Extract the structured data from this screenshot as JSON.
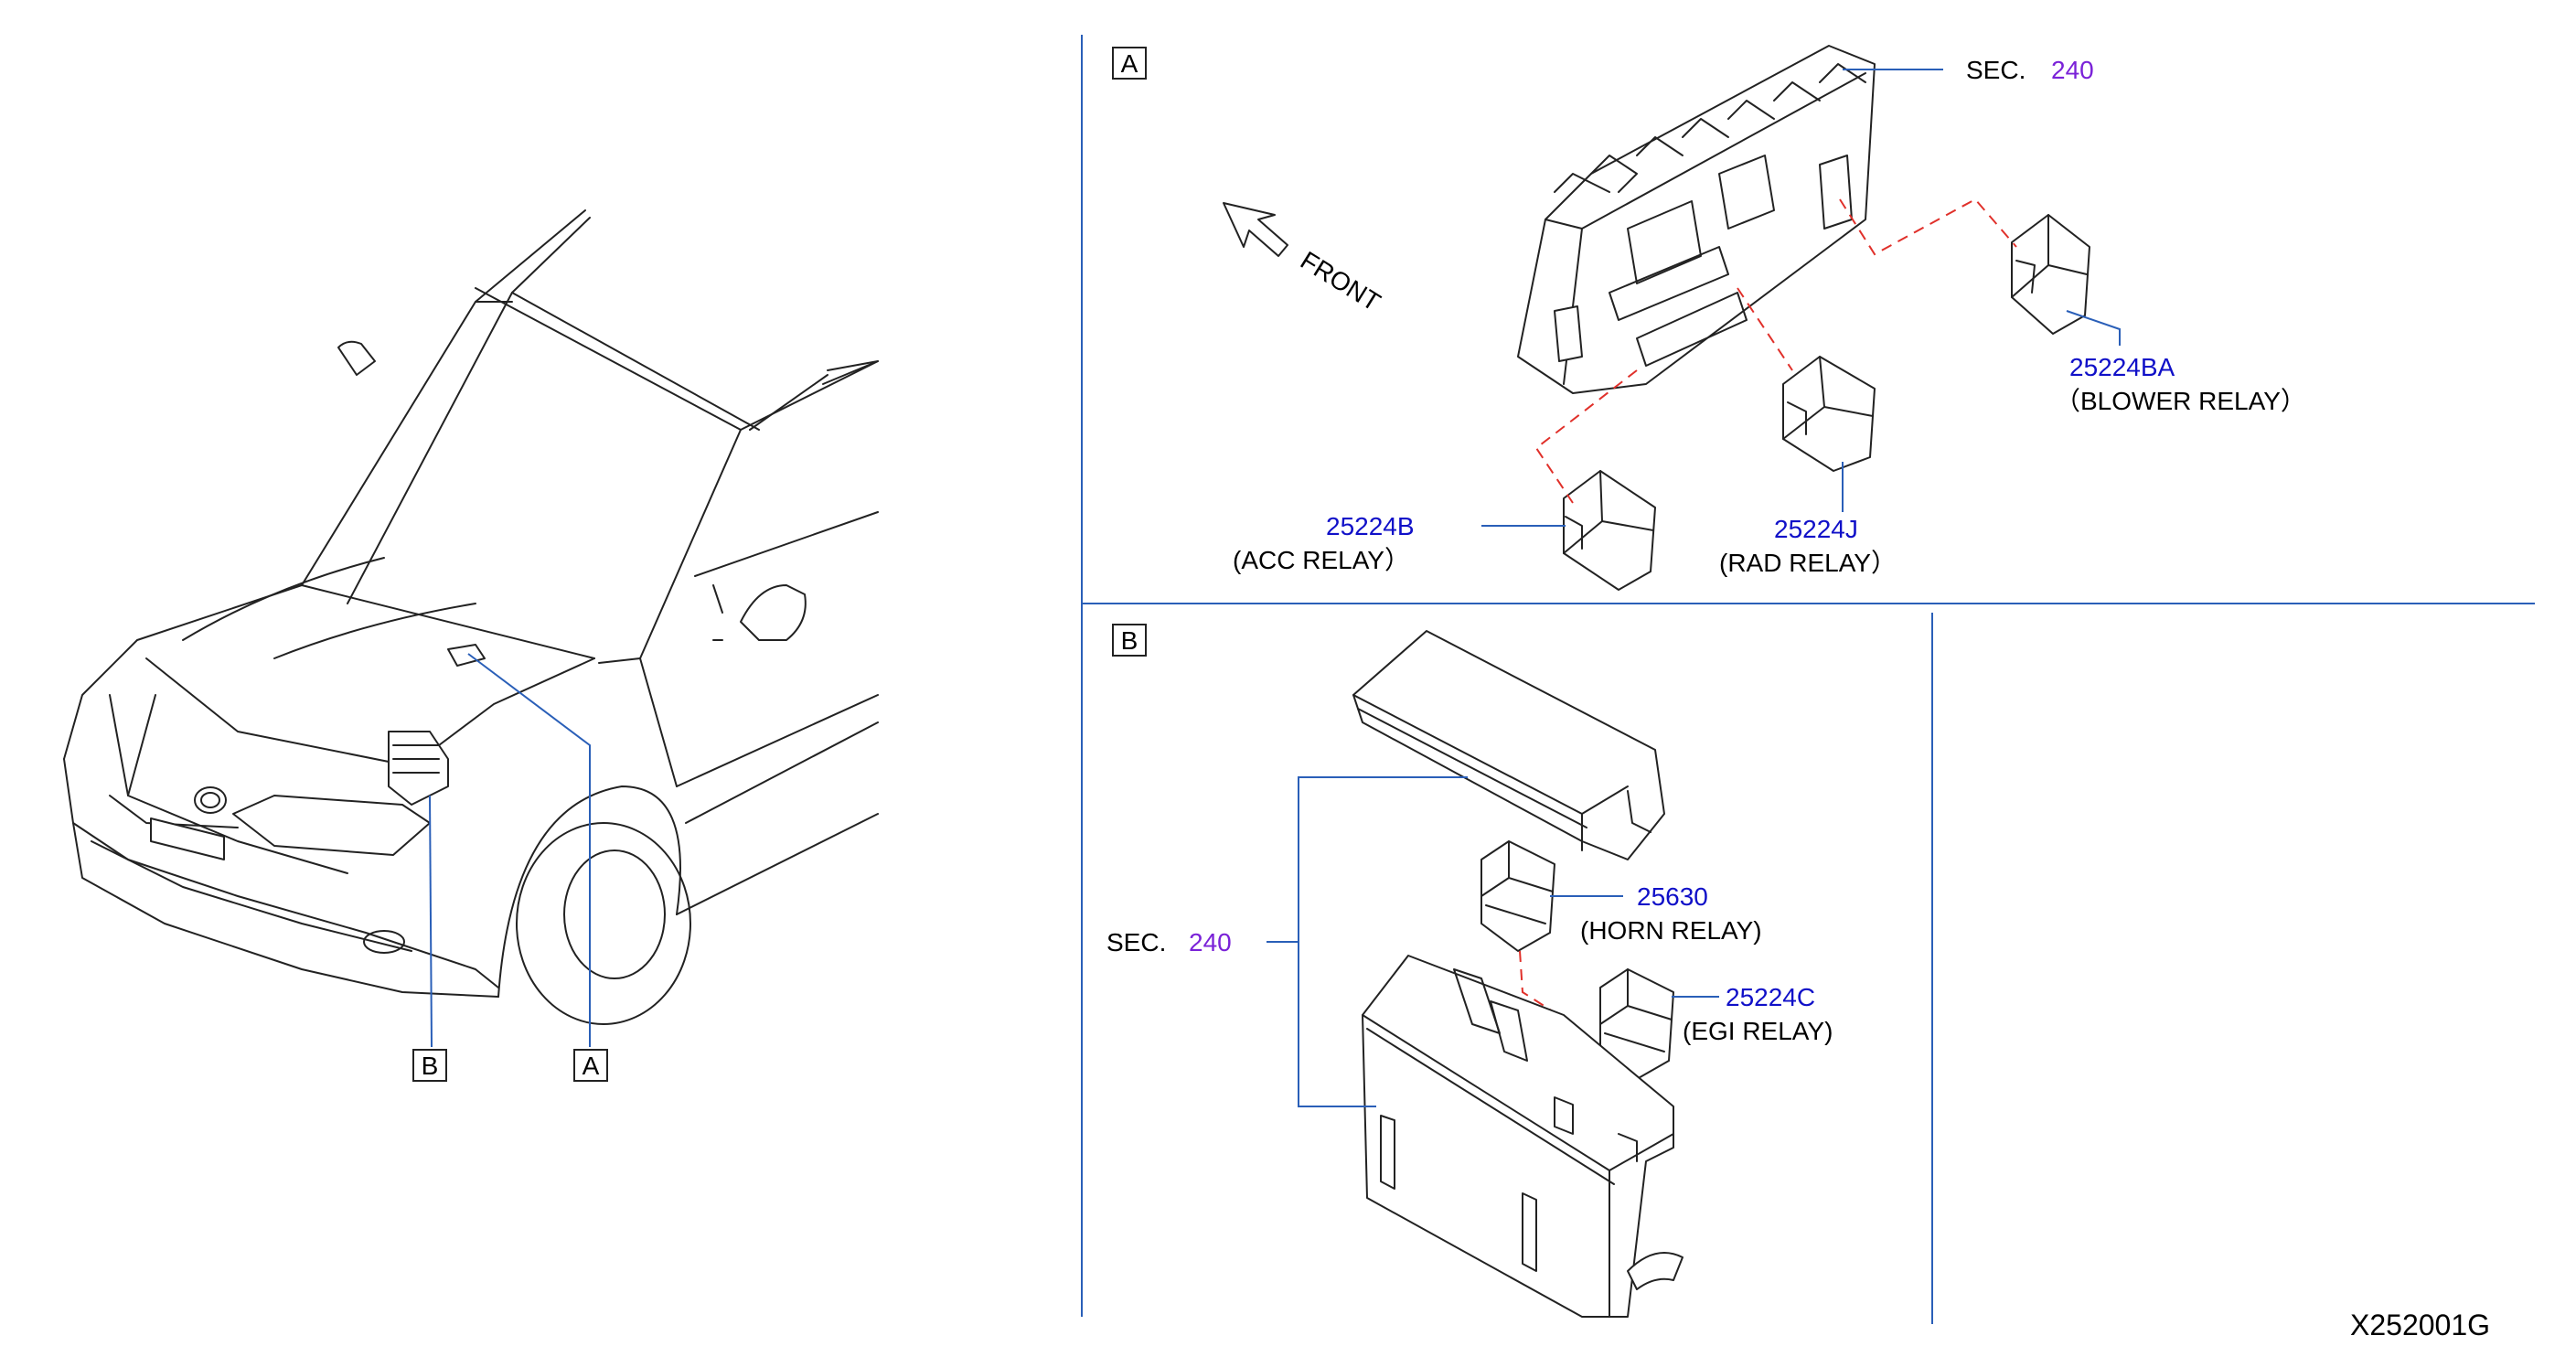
{
  "callouts": {
    "box_A": "A",
    "box_B": "B",
    "car_A": "A",
    "car_B": "B"
  },
  "section_A": {
    "sec_label": "SEC.",
    "sec_number": "240",
    "front_label": "FRONT",
    "parts": [
      {
        "number": "25224BA",
        "name": "（BLOWER   RELAY）"
      },
      {
        "number": "25224B",
        "name": "(ACC   RELAY）"
      },
      {
        "number": "25224J",
        "name": "(RAD   RELAY）"
      }
    ]
  },
  "section_B": {
    "sec_label": "SEC.",
    "sec_number": "240",
    "parts": [
      {
        "number": "25630",
        "name": "(HORN   RELAY)"
      },
      {
        "number": "25224C",
        "name": "(EGI   RELAY)"
      }
    ]
  },
  "diagram_code": "X252001G",
  "colors": {
    "part_number": "#1010c8",
    "section_number": "#7a22d8",
    "leader_line": "#2a5fb8",
    "connection_dash": "#e0302a"
  }
}
